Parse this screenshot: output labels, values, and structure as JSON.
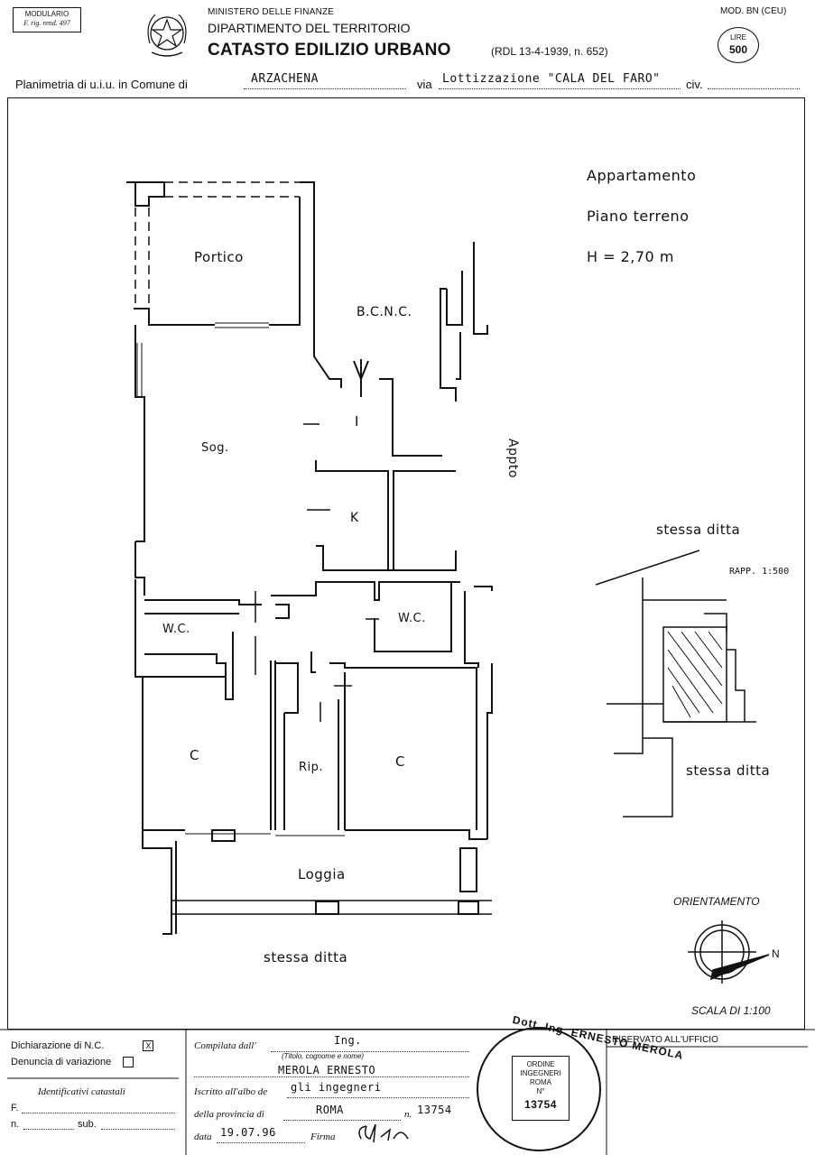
{
  "header": {
    "modulario_1": "MODULARIO",
    "modulario_2": "F. rig. rend. 497",
    "ministry": "MINISTERO DELLE FINANZE",
    "department": "DIPARTIMENTO DEL TERRITORIO",
    "title": "CATASTO EDILIZIO URBANO",
    "title_ref": "(RDL 13-4-1939, n. 652)",
    "mod": "MOD. BN (CEU)",
    "lire_label": "LIRE",
    "lire_value": "500"
  },
  "planimetria": {
    "label_prefix": "Planimetria di u.i.u. in Comune di",
    "comune": "ARZACHENA",
    "via_label": "via",
    "via": "Lottizzazione \"CALA DEL FARO\"",
    "civ_label": "civ."
  },
  "notes": {
    "line1": "Appartamento",
    "line2": "Piano terreno",
    "line3": "H = 2,70 m"
  },
  "rooms": {
    "portico": "Portico",
    "bcnc": "B.C.N.C.",
    "ingresso": "I",
    "soggiorno": "Sog.",
    "cucina": "K",
    "appto": "Appto",
    "wc1": "W.C.",
    "wc2": "W.C.",
    "camera1": "C",
    "camera2": "C",
    "ripostiglio": "Rip.",
    "loggia": "Loggia",
    "stessa_ditta_bottom": "stessa ditta"
  },
  "inset": {
    "stessa_ditta_top": "stessa ditta",
    "scale": "RAPP. 1:500",
    "stessa_ditta_bottom": "stessa ditta"
  },
  "orientation": {
    "label": "ORIENTAMENTO",
    "north": "N",
    "scale": "SCALA DI 1:100"
  },
  "footer": {
    "dichiarazione": "Dichiarazione di N.C.",
    "dichiarazione_mark": "X",
    "denuncia": "Denuncia di variazione",
    "identificativi": "Identificativi catastali",
    "f_label": "F.",
    "n_label": "n.",
    "sub_label": "sub.",
    "compilata_label": "Compilata dall'",
    "compilata_value": "Ing.",
    "compilata_hint": "(Titolo, cognome e nome)",
    "name_value": "MEROLA ERNESTO",
    "iscritto_label": "Iscritto all'albo de",
    "iscritto_value": "gli ingegneri",
    "provincia_label": "della provincia di",
    "provincia_value": "ROMA",
    "numero_label": "n.",
    "numero_value": "13754",
    "data_label": "data",
    "data_value": "19.07.96",
    "firma_label": "Firma",
    "stamp_ring": "Dott. Ing. ERNESTO MEROLA",
    "stamp_l1": "ORDINE",
    "stamp_l2": "INGEGNERI",
    "stamp_l3": "ROMA",
    "stamp_l4": "N°",
    "stamp_number": "13754",
    "riservato": "RISERVATO ALL'UFFICIO"
  }
}
